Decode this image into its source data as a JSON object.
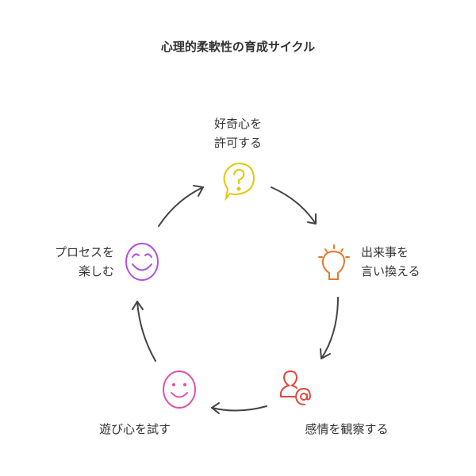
{
  "title": "心理的柔軟性の育成サイクル",
  "steps": [
    {
      "lines": [
        "好奇心を",
        "許可する"
      ],
      "icon": "question-bubble-icon",
      "color": "#e3c800"
    },
    {
      "lines": [
        "出来事を",
        "言い換える"
      ],
      "icon": "lightbulb-icon",
      "color": "#e8782a"
    },
    {
      "lines": [
        "感情を観察する"
      ],
      "icon": "user-at-icon",
      "color": "#e04a3f"
    },
    {
      "lines": [
        "遊び心を試す"
      ],
      "icon": "smile-icon",
      "color": "#e050a8"
    },
    {
      "lines": [
        "プロセスを",
        "楽しむ"
      ],
      "icon": "happy-face-icon",
      "color": "#b050e0"
    }
  ],
  "arrow_color": "#444444"
}
